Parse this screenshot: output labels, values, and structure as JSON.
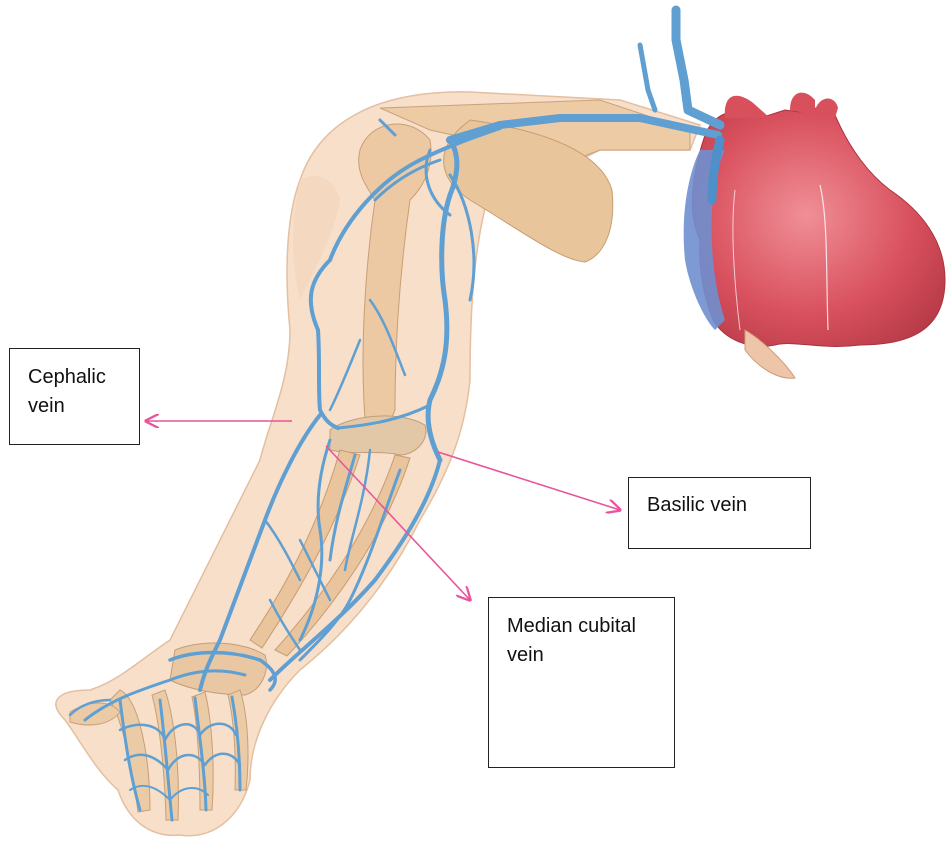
{
  "labels": {
    "cephalic": "Cephalic\nvein",
    "basilic": "Basilic vein",
    "median_cubital": "Median cubital\nvein"
  },
  "colors": {
    "vein": "#5f9fd2",
    "vein_dark": "#3f7fb8",
    "skin": "#f6dcc4",
    "bone": "#ebc9a2",
    "heart": "#d9535e",
    "pointer": "#e8559b"
  }
}
